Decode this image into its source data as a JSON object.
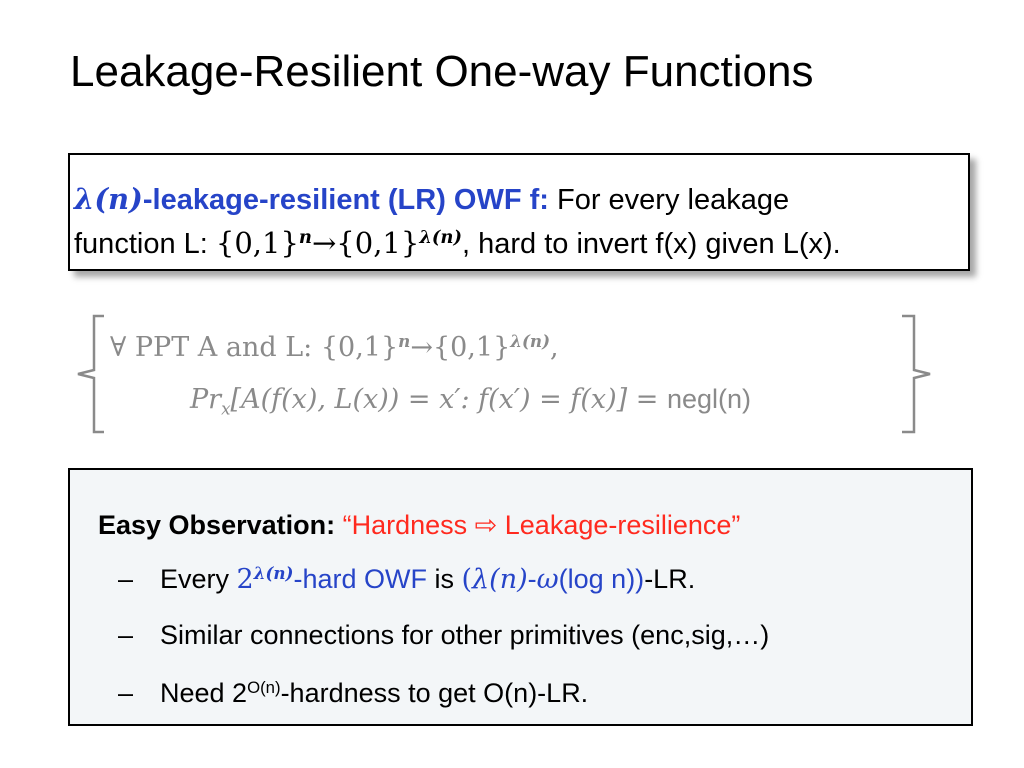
{
  "slide": {
    "title": "Leakage-Resilient One-way Functions"
  },
  "definition": {
    "lambda_n": "λ(n)",
    "term": "-leakage-resilient (LR) OWF f:",
    "text1": " For every leakage",
    "text2_prefix": "function L: ",
    "set1": "{0,1}",
    "exp_n": "n",
    "arrow": "→",
    "set2": "{0,1}",
    "exp_lambda": "λ(n)",
    "text2_suffix": ", hard to invert f(x) given L(x)."
  },
  "formula": {
    "line1_prefix": "∀ PPT A and L: ",
    "set1": "{0,1}",
    "exp_n": "n",
    "arrow": "→",
    "set2": "{0,1}",
    "exp_lambda": "λ(n)",
    "comma": ",",
    "pr": "Pr",
    "pr_sub": "x",
    "expr_a": "[A(f(x), L(x)) = x′: f(x′) = f(x)]",
    "eq": " = ",
    "negl": "negl(n)"
  },
  "observation": {
    "head_bold": "Easy Observation:",
    "head_red": " “Hardness ⇨ Leakage-resilience”",
    "dash": "–",
    "item1": {
      "every": "Every ",
      "two": "2",
      "exp": "λ(n)",
      "hard": "-hard OWF",
      "is": " is ",
      "paren": "(",
      "lam": "λ(n)",
      "minus": "-",
      "omega": "ω",
      "log": "(log n))",
      "lr": "-LR."
    },
    "item2": "Similar connections for other primitives (enc,sig,…)",
    "item3": {
      "pre": "Need 2",
      "exp": "O(n)",
      "post": "-hardness to get O(n)-LR."
    }
  }
}
